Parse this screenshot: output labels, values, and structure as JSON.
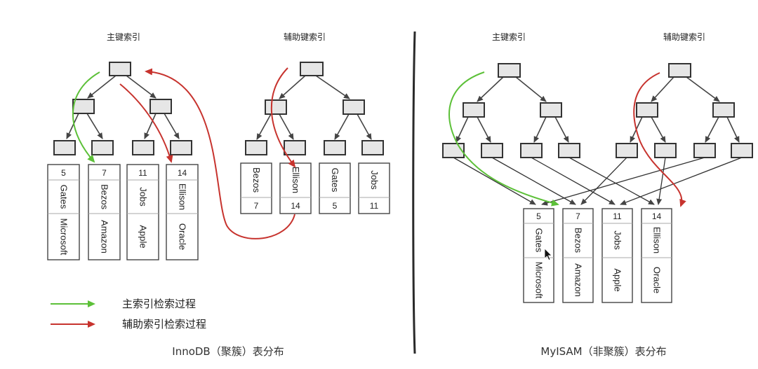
{
  "left": {
    "primary_title": "主键索引",
    "secondary_title": "辅助键索引",
    "caption": "InnoDB（聚簇）表分布",
    "primary_leaves": [
      {
        "id": "5",
        "c1": "Gates",
        "c2": "Microsoft"
      },
      {
        "id": "7",
        "c1": "Bezos",
        "c2": "Amazon"
      },
      {
        "id": "11",
        "c1": "Jobs",
        "c2": "Apple"
      },
      {
        "id": "14",
        "c1": "Ellison",
        "c2": "Oracle"
      }
    ],
    "secondary_leaves": [
      {
        "name": "Bezos",
        "pk": "7"
      },
      {
        "name": "Ellison",
        "pk": "14"
      },
      {
        "name": "Gates",
        "pk": "5"
      },
      {
        "name": "Jobs",
        "pk": "11"
      }
    ]
  },
  "right": {
    "primary_title": "主键索引",
    "secondary_title": "辅助键索引",
    "caption": "MyISAM（非聚簇）表分布",
    "rows": [
      {
        "id": "5",
        "c1": "Gates",
        "c2": "Microsoft"
      },
      {
        "id": "7",
        "c1": "Bezos",
        "c2": "Amazon"
      },
      {
        "id": "11",
        "c1": "Jobs",
        "c2": "Apple"
      },
      {
        "id": "14",
        "c1": "Ellison",
        "c2": "Oracle"
      }
    ]
  },
  "legend": {
    "green_label": "主索引检索过程",
    "red_label": "辅助索引检索过程",
    "green_color": "#5cc038",
    "red_color": "#c7332e"
  }
}
